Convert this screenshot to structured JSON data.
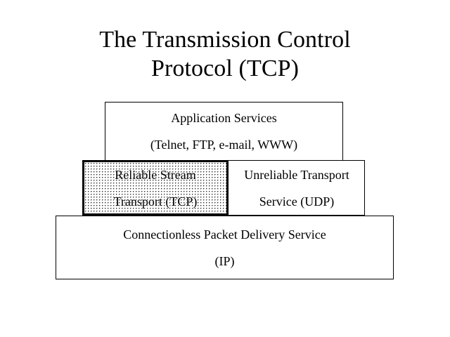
{
  "slide": {
    "background_color": "#ffffff",
    "title": "The Transmission Control\nProtocol (TCP)"
  },
  "diagram": {
    "type": "layered-stack",
    "description": "TCP/IP protocol stack shown as three stacked layers, widest at the bottom; the Reliable Stream Transport (TCP) cell is highlighted with a thick border and stipple fill.",
    "highlight_color": "#000000",
    "layers": [
      {
        "name": "application",
        "label_line1": "Application Services",
        "label_line2": "(Telnet, FTP, e-mail, WWW)",
        "highlighted": false
      },
      {
        "name": "transport",
        "cells": [
          {
            "name": "tcp",
            "label_line1": "Reliable Stream",
            "label_line2": "Transport (TCP)",
            "highlighted": true,
            "fill": "stipple-dots"
          },
          {
            "name": "udp",
            "label_line1": "Unreliable Transport",
            "label_line2": "Service (UDP)",
            "highlighted": false,
            "fill": "none"
          }
        ]
      },
      {
        "name": "internet",
        "label_line1": "Connectionless Packet Delivery Service",
        "label_line2": "(IP)",
        "highlighted": false
      }
    ]
  }
}
